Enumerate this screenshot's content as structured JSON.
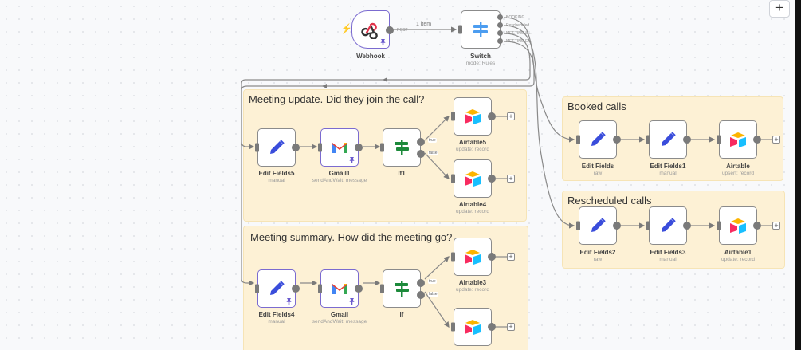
{
  "canvas": {
    "add_node_button": "+",
    "trigger_icon": "lightning-bolt"
  },
  "sticky_notes": [
    {
      "id": "meeting-update",
      "title": "Meeting update. Did they join the call?"
    },
    {
      "id": "meeting-summary",
      "title": "Meeting summary. How did the meeting go?"
    },
    {
      "id": "booked-calls",
      "title": "Booked calls"
    },
    {
      "id": "rescheduled-calls",
      "title": "Rescheduled calls"
    }
  ],
  "nodes": {
    "webhook": {
      "name": "Webhook",
      "subtitle": "",
      "icon": "webhook-icon",
      "output_label": "POST",
      "pinned": true
    },
    "switch": {
      "name": "Switch",
      "subtitle": "mode: Rules",
      "icon": "switch-icon",
      "outputs": [
        "BOOKING ...",
        "Rescheduled",
        "MEETING S...",
        "MEETING E..."
      ]
    },
    "edit_fields5": {
      "name": "Edit Fields5",
      "subtitle": "manual"
    },
    "gmail1": {
      "name": "Gmail1",
      "subtitle": "sendAndWait: message",
      "pinned": true
    },
    "if1": {
      "name": "If1",
      "subtitle": "",
      "outputs": [
        "true",
        "false"
      ]
    },
    "airtable5": {
      "name": "Airtable5",
      "subtitle": "update: record"
    },
    "airtable4": {
      "name": "Airtable4",
      "subtitle": "update: record"
    },
    "edit_fields4": {
      "name": "Edit Fields4",
      "subtitle": "manual",
      "pinned": true
    },
    "gmail": {
      "name": "Gmail",
      "subtitle": "sendAndWait: message",
      "pinned": true
    },
    "if": {
      "name": "If",
      "subtitle": "",
      "outputs": [
        "true",
        "false"
      ]
    },
    "airtable3": {
      "name": "Airtable3",
      "subtitle": "update: record"
    },
    "airtable_bottom": {
      "name": "",
      "subtitle": ""
    },
    "edit_fields": {
      "name": "Edit Fields",
      "subtitle": "raw"
    },
    "edit_fields1": {
      "name": "Edit Fields1",
      "subtitle": "manual"
    },
    "airtable": {
      "name": "Airtable",
      "subtitle": "upsert: record"
    },
    "edit_fields2": {
      "name": "Edit Fields2",
      "subtitle": "raw"
    },
    "edit_fields3": {
      "name": "Edit Fields3",
      "subtitle": "manual"
    },
    "airtable1": {
      "name": "Airtable1",
      "subtitle": "update: record"
    }
  },
  "connections": {
    "webhook_to_switch_label": "1 item"
  },
  "colors": {
    "sticky_bg": "#fdf1d5",
    "pinned_border": "#7b6bd0",
    "edit_fields_icon": "#3a4ddb",
    "if_icon": "#1d8a3b",
    "switch_icon": "#4c9df0",
    "webhook_icon": "#e2334b"
  }
}
